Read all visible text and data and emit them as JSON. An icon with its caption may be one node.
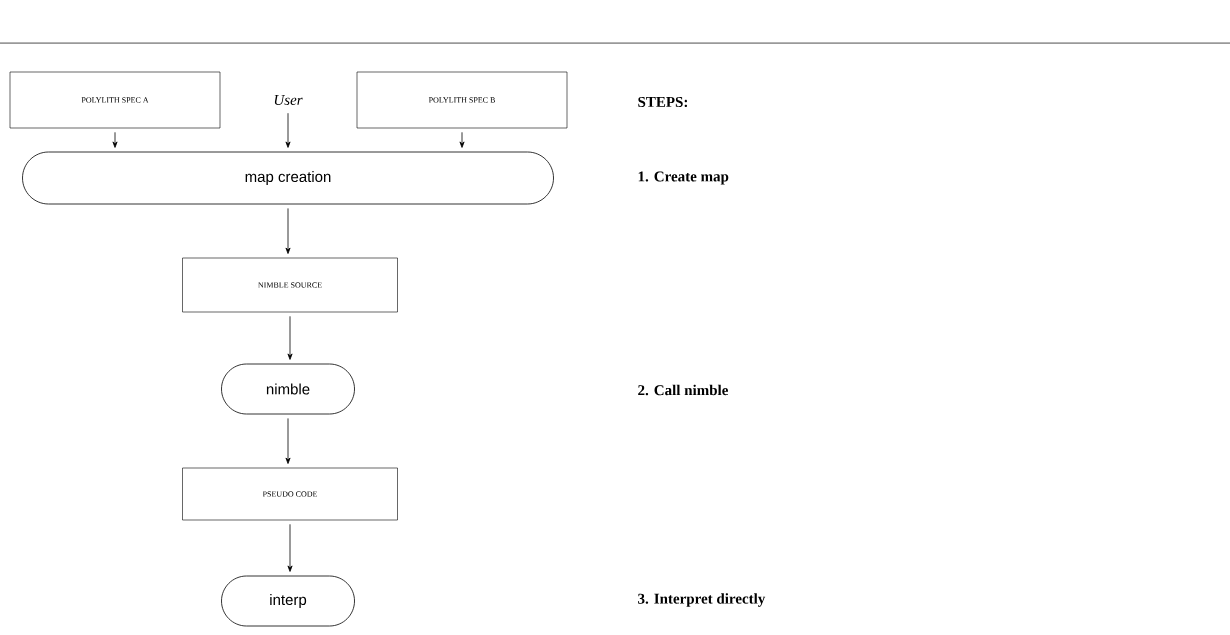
{
  "diagram": {
    "nodes": [
      {
        "text": [
          "POLYLITH SPEC A"
        ]
      },
      {
        "text": [
          "User"
        ]
      },
      {
        "text": [
          "POLYLITH SPEC B"
        ]
      },
      {
        "text": [
          "map creation"
        ]
      },
      {
        "text": [
          "NIMBLE SOURCE"
        ]
      },
      {
        "text": [
          "nimble"
        ]
      },
      {
        "text": [
          "PSEUDO CODE"
        ]
      },
      {
        "text": [
          "interp"
        ]
      }
    ],
    "edges": [
      {
        "from": 0,
        "to": 3,
        "arrow": "to"
      },
      {
        "from": 1,
        "to": 3,
        "arrow": "to"
      },
      {
        "from": 2,
        "to": 3,
        "arrow": "to"
      },
      {
        "from": 3,
        "to": 4,
        "arrow": "to"
      },
      {
        "from": 4,
        "to": 5,
        "arrow": "to"
      },
      {
        "from": 5,
        "to": 6,
        "arrow": "to"
      },
      {
        "from": 6,
        "to": 7,
        "arrow": "to"
      }
    ],
    "labels": [
      "STEPS:",
      "1. Create map",
      "2. Call nimble",
      "3. Interpret directly"
    ]
  }
}
